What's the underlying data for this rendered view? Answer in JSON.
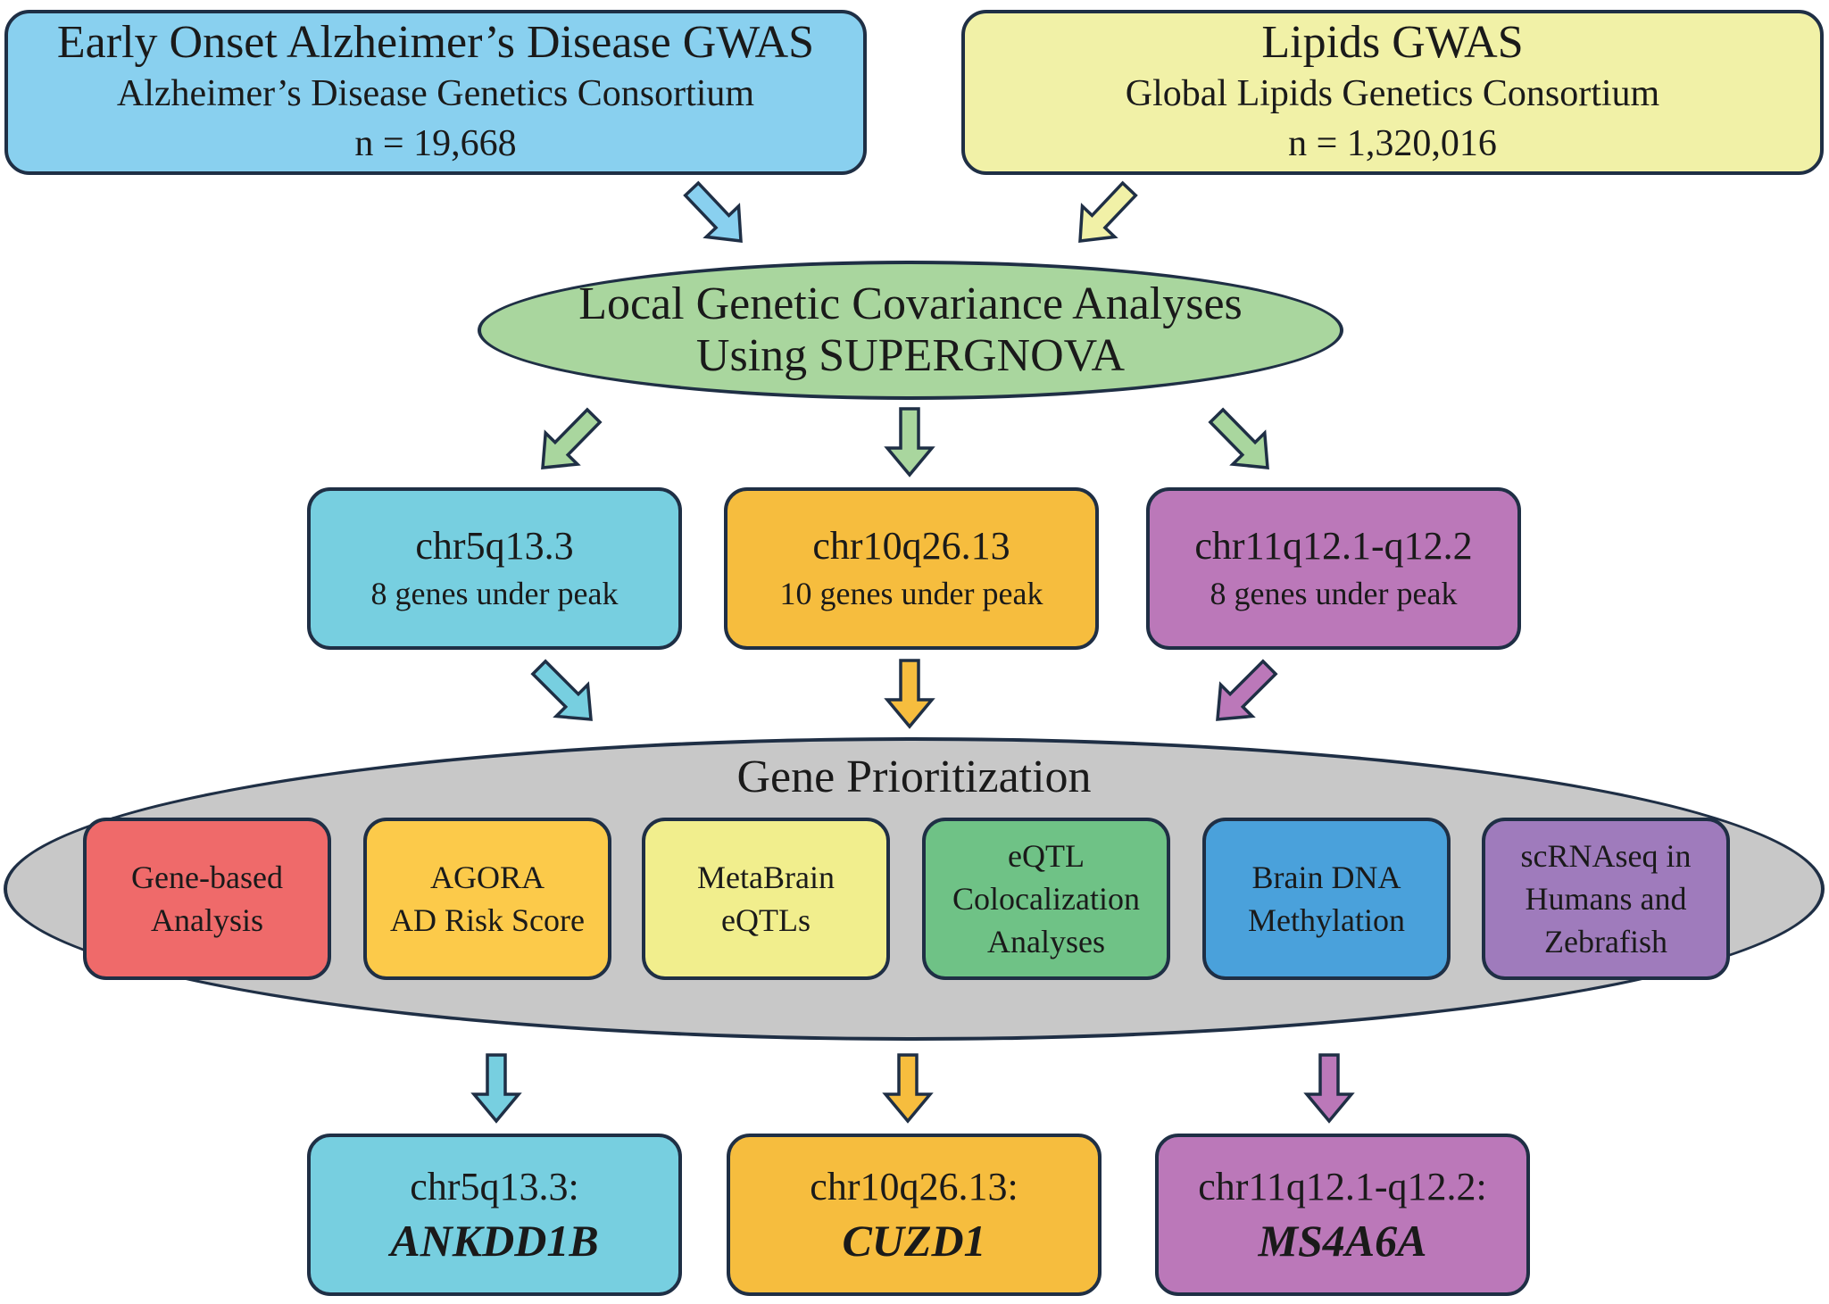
{
  "colors": {
    "blue": "#89d0ef",
    "yellow": "#f1f1a7",
    "green": "#a9d69e",
    "cyan": "#77cfe0",
    "orange": "#f6bd3e",
    "purple": "#bb78b9",
    "gray": "#c8c8c8",
    "red": "#ef6a6a",
    "amber": "#fcca4a",
    "lightyellow": "#f1ee8d",
    "mgreen": "#6fc286",
    "dblue": "#4aa1db",
    "violet": "#9f7bbc",
    "outline": "#1f2f45"
  },
  "sources": [
    {
      "title": "Early Onset Alzheimer’s Disease GWAS",
      "consortium": "Alzheimer’s Disease Genetics Consortium",
      "n": "n = 19,668"
    },
    {
      "title": "Lipids GWAS",
      "consortium": "Global Lipids Genetics Consortium",
      "n": "n = 1,320,016"
    }
  ],
  "analysis": {
    "line1": "Local Genetic Covariance Analyses",
    "line2": "Using SUPERGNOVA"
  },
  "regions": [
    {
      "name": "chr5q13.3",
      "genes": "8 genes under peak"
    },
    {
      "name": "chr10q26.13",
      "genes": "10 genes under peak"
    },
    {
      "name": "chr11q12.1-q12.2",
      "genes": "8 genes under peak"
    }
  ],
  "prioritization": {
    "title": "Gene Prioritization",
    "methods": [
      {
        "l1": "Gene-based",
        "l2": "Analysis",
        "l3": ""
      },
      {
        "l1": "AGORA",
        "l2": "AD Risk Score",
        "l3": ""
      },
      {
        "l1": "MetaBrain",
        "l2": "eQTLs",
        "l3": ""
      },
      {
        "l1": "eQTL",
        "l2": "Colocalization",
        "l3": "Analyses"
      },
      {
        "l1": "Brain DNA",
        "l2": "Methylation",
        "l3": ""
      },
      {
        "l1": "scRNAseq in",
        "l2": "Humans and",
        "l3": "Zebrafish"
      }
    ]
  },
  "results": [
    {
      "region": "chr5q13.3:",
      "gene": "ANKDD1B"
    },
    {
      "region": "chr10q26.13:",
      "gene": "CUZD1"
    },
    {
      "region": "chr11q12.1-q12.2:",
      "gene": "MS4A6A"
    }
  ]
}
